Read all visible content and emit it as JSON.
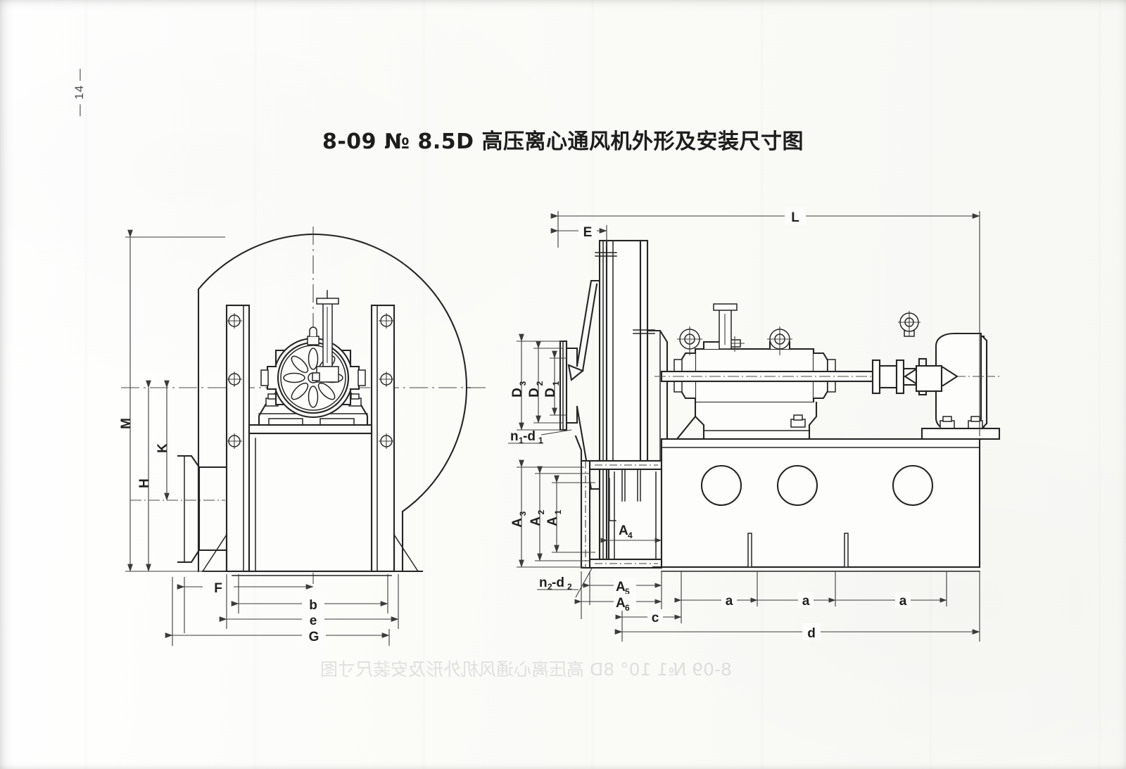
{
  "document": {
    "page_number": "— 14 —",
    "title": "8-09 № 8.5D 高压离心通风机外形及安装尺寸图",
    "bleed_through_text": "8-09 №1 10° 8D 高压离心通风机外形及安装尺寸图",
    "drawing_type": "engineering outline and installation dimension drawing",
    "paper_color": "#fdfdfb",
    "ink_color": "#1f1f1f"
  },
  "views": {
    "left": {
      "name": "front-view-fan-inlet-side",
      "description": "Front elevation showing spiral casing, inlet cone, support columns and bearing pedestal"
    },
    "right": {
      "name": "side-view-fan-and-motor",
      "description": "Side elevation showing inlet flange, scroll casing, bearing housing, coupling, motor and common base frame"
    }
  },
  "dimensions": {
    "left_view": {
      "vertical": [
        {
          "id": "M",
          "label": "M"
        },
        {
          "id": "K",
          "label": "K"
        },
        {
          "id": "H",
          "label": "H"
        }
      ],
      "horizontal": [
        {
          "id": "F",
          "label": "F"
        },
        {
          "id": "b",
          "label": "b"
        },
        {
          "id": "e",
          "label": "e"
        },
        {
          "id": "G",
          "label": "G"
        }
      ]
    },
    "right_view": {
      "top": [
        {
          "id": "L",
          "label": "L"
        },
        {
          "id": "E",
          "label": "E"
        }
      ],
      "inlet_diameters": [
        {
          "id": "D3",
          "label": "D",
          "sub": "3"
        },
        {
          "id": "D2",
          "label": "D",
          "sub": "2"
        },
        {
          "id": "D1",
          "label": "D",
          "sub": "1"
        }
      ],
      "outlet_heights": [
        {
          "id": "A3",
          "label": "A",
          "sub": "3"
        },
        {
          "id": "A2",
          "label": "A",
          "sub": "2"
        },
        {
          "id": "A1",
          "label": "A",
          "sub": "1"
        }
      ],
      "outlet_widths": [
        {
          "id": "A4",
          "label": "A",
          "sub": "4"
        },
        {
          "id": "A5",
          "label": "A",
          "sub": "5"
        },
        {
          "id": "A6",
          "label": "A",
          "sub": "6"
        }
      ],
      "base": [
        {
          "id": "c",
          "label": "c"
        },
        {
          "id": "a1",
          "label": "a"
        },
        {
          "id": "a2",
          "label": "a"
        },
        {
          "id": "a3",
          "label": "a"
        },
        {
          "id": "d",
          "label": "d"
        }
      ],
      "bolt_notes": [
        {
          "id": "n1-d1",
          "label": "n",
          "sub1": "1",
          "dash": "-d",
          "sub2": "1"
        },
        {
          "id": "n2-d2",
          "label": "n",
          "sub1": "2",
          "dash": "-d",
          "sub2": "2"
        }
      ]
    }
  },
  "components": {
    "left_view": [
      "spiral-casing-outline",
      "inlet-cone-flange",
      "support-column-left",
      "support-column-right",
      "bearing-pedestal",
      "spoked-wheel",
      "oil-level-tube",
      "base-rail"
    ],
    "right_view": [
      "inlet-flange",
      "inlet-cone",
      "scroll-casing",
      "outlet-duct",
      "bearing-housing",
      "shaft",
      "coupling",
      "electric-motor",
      "motor-terminal-box",
      "lifting-eye",
      "base-frame",
      "base-access-hole-1",
      "base-access-hole-2",
      "base-access-hole-3"
    ]
  }
}
